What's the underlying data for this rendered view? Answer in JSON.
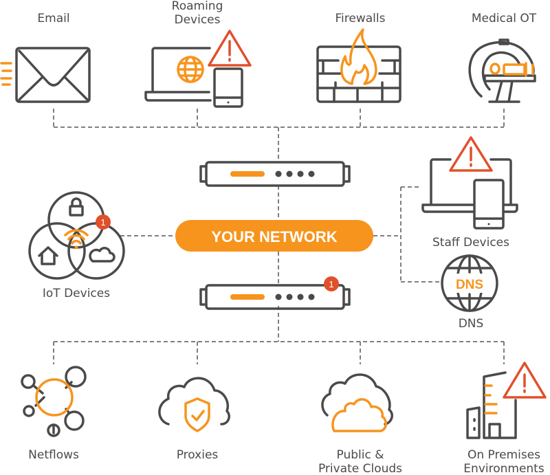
{
  "colors": {
    "gray": "#4a4a4a",
    "orange": "#f7941d",
    "alert_red": "#e0502a"
  },
  "center": {
    "label": "YOUR NETWORK",
    "router_top_badge": "",
    "router_bottom_badge": "1"
  },
  "top": [
    {
      "label": "Email",
      "icon": "envelope-icon"
    },
    {
      "label_line1": "Roaming",
      "label_line2": "Devices",
      "icon": "laptop-phone-globe-icon"
    },
    {
      "label": "Firewalls",
      "icon": "firewall-icon"
    },
    {
      "label": "Medical OT",
      "icon": "mri-scanner-icon"
    }
  ],
  "left": {
    "label": "IoT Devices",
    "badge": "1",
    "icon": "iot-venn-icon"
  },
  "right": [
    {
      "label": "Staff Devices",
      "icon": "laptop-phone-alert-icon"
    },
    {
      "label": "DNS",
      "icon_text": "DNS",
      "icon": "dns-globe-icon"
    }
  ],
  "bottom": [
    {
      "label": "Netflows",
      "icon": "netflow-nodes-icon"
    },
    {
      "label": "Proxies",
      "icon": "cloud-shield-icon"
    },
    {
      "label_line1": "Public &",
      "label_line2": "Private Clouds",
      "icon": "cloud-icon"
    },
    {
      "label_line1": "On Premises",
      "label_line2": "Environments",
      "icon": "building-alert-icon"
    }
  ]
}
